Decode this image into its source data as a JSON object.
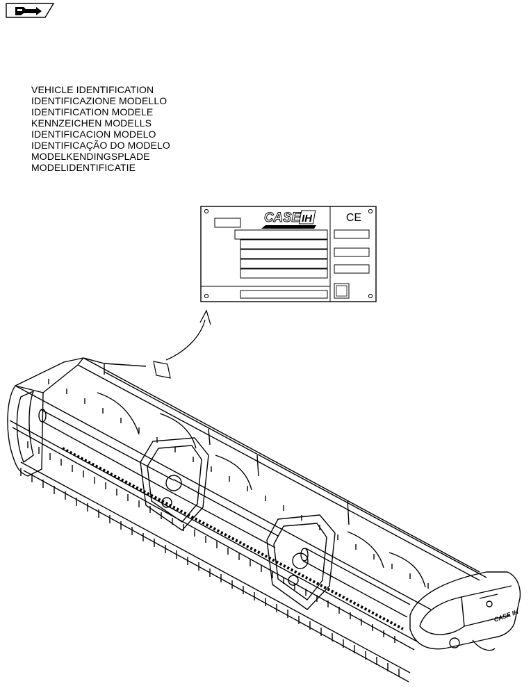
{
  "document": {
    "nav_icon": "next-page-arrow-icon",
    "title_lines": [
      "VEHICLE IDENTIFICATION",
      "IDENTIFICAZIONE MODELLO",
      "IDENTIFICATION MODELE",
      "KENNZEICHEN MODELLS",
      "IDENTIFICACION MODELO",
      "IDENTIFICAÇÃO DO MODELO",
      "MODELKENDINGSPLADE",
      "MODELIDENTIFICATIE"
    ],
    "plate": {
      "brand": "CASE",
      "brand_mark": "IH",
      "conformity_mark": "CE"
    },
    "machine_logo": "CASE IH"
  }
}
